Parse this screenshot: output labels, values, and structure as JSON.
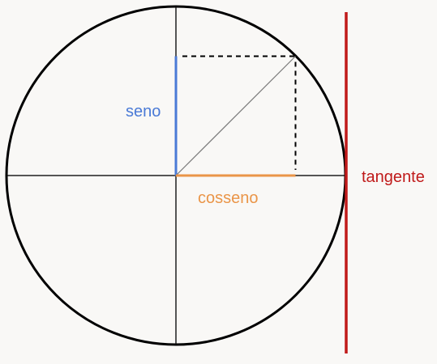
{
  "labels": {
    "sine": "seno",
    "cosine": "cosseno",
    "tangent": "tangente"
  },
  "colors": {
    "background": "#f9f8f6",
    "circle": "#000000",
    "axes": "#555555",
    "radius": "#777777",
    "projection_dashes": "#000000",
    "sine": "#4a7ad6",
    "cosine": "#ea9548",
    "tangent": "#c01a1a"
  },
  "angle_degrees": 45
}
